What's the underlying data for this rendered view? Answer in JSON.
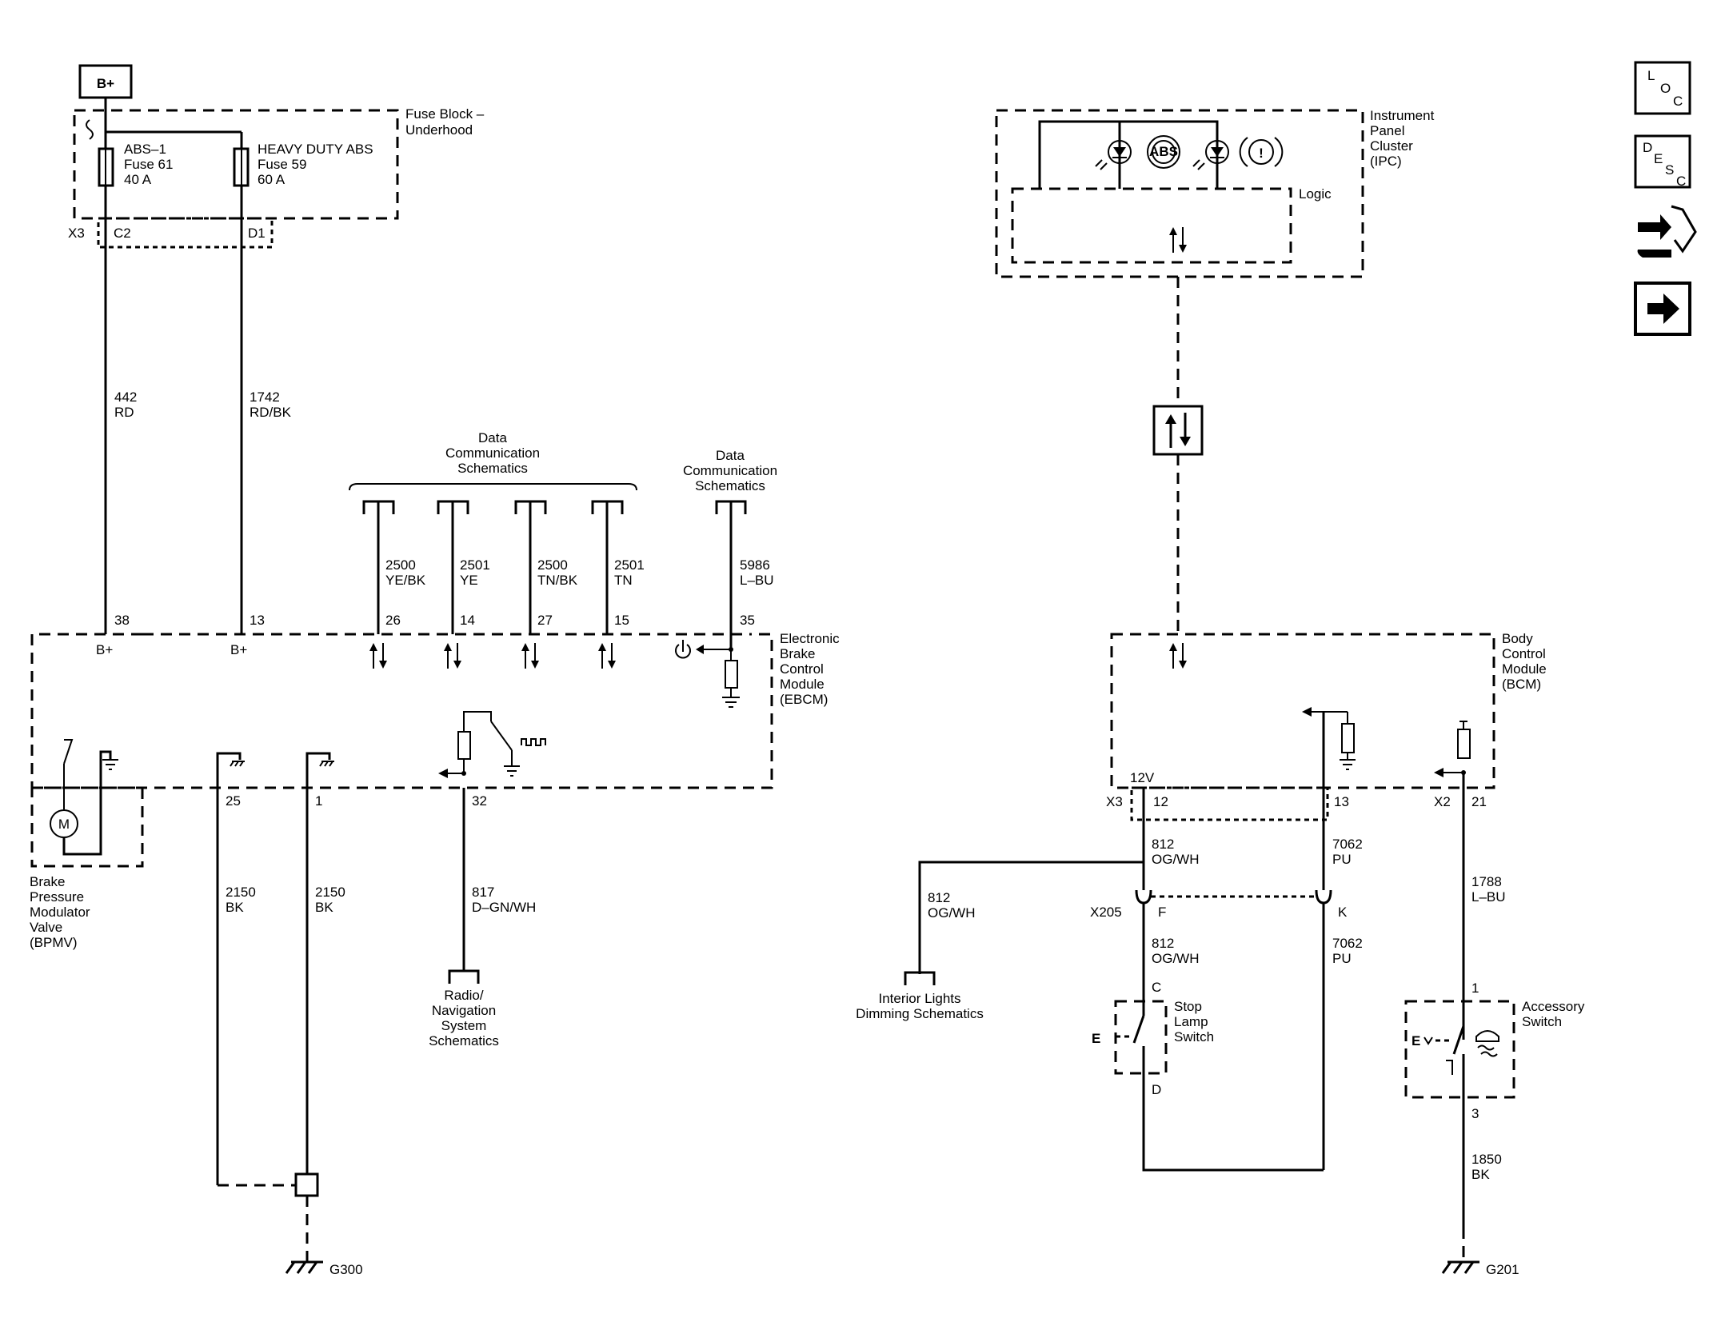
{
  "power": {
    "b_plus": "B+"
  },
  "fuse_block": {
    "title_1": "Fuse Block –",
    "title_2": "Underhood",
    "fuse_left": {
      "name": "ABS–1",
      "fuse": "Fuse 61",
      "amps": "40 A"
    },
    "fuse_right": {
      "name": "HEAVY DUTY ABS",
      "fuse": "Fuse 59",
      "amps": "60 A"
    },
    "connector": "X3",
    "pin_left": "C2",
    "pin_right": "D1"
  },
  "wires": {
    "w442": {
      "circuit": "442",
      "color": "RD"
    },
    "w1742": {
      "circuit": "1742",
      "color": "RD/BK"
    },
    "w2500a": {
      "circuit": "2500",
      "color": "YE/BK"
    },
    "w2501a": {
      "circuit": "2501",
      "color": "YE"
    },
    "w2500b": {
      "circuit": "2500",
      "color": "TN/BK"
    },
    "w2501b": {
      "circuit": "2501",
      "color": "TN"
    },
    "w5986": {
      "circuit": "5986",
      "color": "L–BU"
    },
    "w2150a": {
      "circuit": "2150",
      "color": "BK"
    },
    "w2150b": {
      "circuit": "2150",
      "color": "BK"
    },
    "w817": {
      "circuit": "817",
      "color": "D–GN/WH"
    },
    "w812a": {
      "circuit": "812",
      "color": "OG/WH"
    },
    "w812b": {
      "circuit": "812",
      "color": "OG/WH"
    },
    "w812c": {
      "circuit": "812",
      "color": "OG/WH"
    },
    "w7062a": {
      "circuit": "7062",
      "color": "PU"
    },
    "w7062b": {
      "circuit": "7062",
      "color": "PU"
    },
    "w1788": {
      "circuit": "1788",
      "color": "L–BU"
    },
    "w1850": {
      "circuit": "1850",
      "color": "BK"
    }
  },
  "data_comm_group": {
    "line1": "Data",
    "line2": "Communication",
    "line3": "Schematics"
  },
  "data_comm_single": {
    "line1": "Data",
    "line2": "Communication",
    "line3": "Schematics"
  },
  "ebcm": {
    "lines": [
      "Electronic",
      "Brake",
      "Control",
      "Module",
      "(EBCM)"
    ],
    "pins": {
      "p38": "38",
      "p13": "13",
      "p26": "26",
      "p14": "14",
      "p27": "27",
      "p15": "15",
      "p35": "35",
      "p25": "25",
      "p1": "1",
      "p32": "32"
    },
    "bplus_1": "B+",
    "bplus_2": "B+"
  },
  "bpmv": {
    "motor": "M",
    "lines": [
      "Brake",
      "Pressure",
      "Modulator",
      "Valve",
      "(BPMV)"
    ]
  },
  "radio": {
    "lines": [
      "Radio/",
      "Navigation",
      "System",
      "Schematics"
    ]
  },
  "grounds": {
    "g300": "G300",
    "g201": "G201"
  },
  "ipc": {
    "lines": [
      "Instrument",
      "Panel",
      "Cluster",
      "(IPC)"
    ],
    "logic": "Logic",
    "abs_lamp": "ABS",
    "brake_lamp": "!"
  },
  "bcm": {
    "lines": [
      "Body",
      "Control",
      "Module",
      "(BCM)"
    ],
    "v12": "12V",
    "conn_x3": "X3",
    "pin12": "12",
    "pin13": "13",
    "conn_x2": "X2",
    "pin21": "21"
  },
  "x205": {
    "connector": "X205",
    "pin_f": "F",
    "pin_k": "K"
  },
  "interior": {
    "line1": "Interior Lights",
    "line2": "Dimming Schematics"
  },
  "stop_lamp": {
    "lines": [
      "Stop",
      "Lamp",
      "Switch"
    ],
    "pin_c": "C",
    "pin_d": "D",
    "e_mark": "E"
  },
  "accessory": {
    "lines": [
      "Accessory",
      "Switch"
    ],
    "pin1": "1",
    "pin3": "3",
    "e_mark": "E"
  },
  "nav_icons": {
    "loc": {
      "l": "L",
      "o": "O",
      "c": "C"
    },
    "desc": {
      "d": "D",
      "e": "E",
      "s": "S",
      "c": "C"
    }
  }
}
